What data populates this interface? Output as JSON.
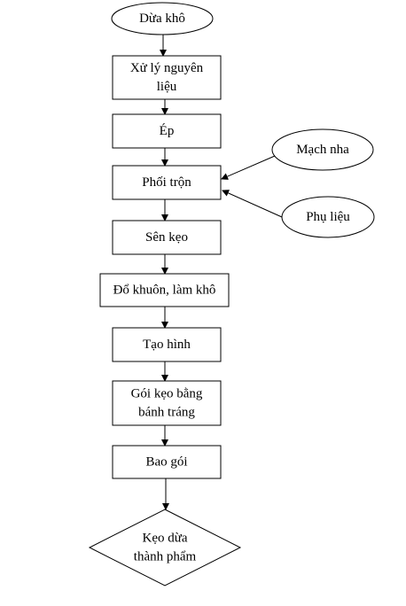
{
  "diagram": {
    "type": "flowchart",
    "nodes": [
      {
        "id": "start",
        "shape": "ellipse",
        "lines": [
          "Dừa khô"
        ]
      },
      {
        "id": "n1",
        "shape": "rect",
        "lines": [
          "Xử lý nguyên",
          "liệu"
        ]
      },
      {
        "id": "n2",
        "shape": "rect",
        "lines": [
          "Ép"
        ]
      },
      {
        "id": "n3",
        "shape": "rect",
        "lines": [
          "Phối trộn"
        ]
      },
      {
        "id": "n4",
        "shape": "rect",
        "lines": [
          "Sên kẹo"
        ]
      },
      {
        "id": "n5",
        "shape": "rect",
        "lines": [
          "Đổ khuôn, làm khô"
        ]
      },
      {
        "id": "n6",
        "shape": "rect",
        "lines": [
          "Tạo hình"
        ]
      },
      {
        "id": "n7",
        "shape": "rect",
        "lines": [
          "Gói kẹo bằng",
          "bánh tráng"
        ]
      },
      {
        "id": "n8",
        "shape": "rect",
        "lines": [
          "Bao gói"
        ]
      },
      {
        "id": "end",
        "shape": "diamond",
        "lines": [
          "Kẹo dừa",
          "thành phẩm"
        ]
      },
      {
        "id": "side1",
        "shape": "ellipse",
        "lines": [
          "Mạch nha"
        ]
      },
      {
        "id": "side2",
        "shape": "ellipse",
        "lines": [
          "Phụ liệu"
        ]
      }
    ],
    "edges": [
      {
        "from": "start",
        "to": "n1"
      },
      {
        "from": "n1",
        "to": "n2"
      },
      {
        "from": "n2",
        "to": "n3"
      },
      {
        "from": "side1",
        "to": "n3"
      },
      {
        "from": "side2",
        "to": "n3"
      },
      {
        "from": "n3",
        "to": "n4"
      },
      {
        "from": "n4",
        "to": "n5"
      },
      {
        "from": "n5",
        "to": "n6"
      },
      {
        "from": "n6",
        "to": "n7"
      },
      {
        "from": "n7",
        "to": "n8"
      },
      {
        "from": "n8",
        "to": "end"
      }
    ],
    "colors": {
      "stroke": "#000000",
      "fill": "#ffffff",
      "text": "#000000"
    }
  }
}
